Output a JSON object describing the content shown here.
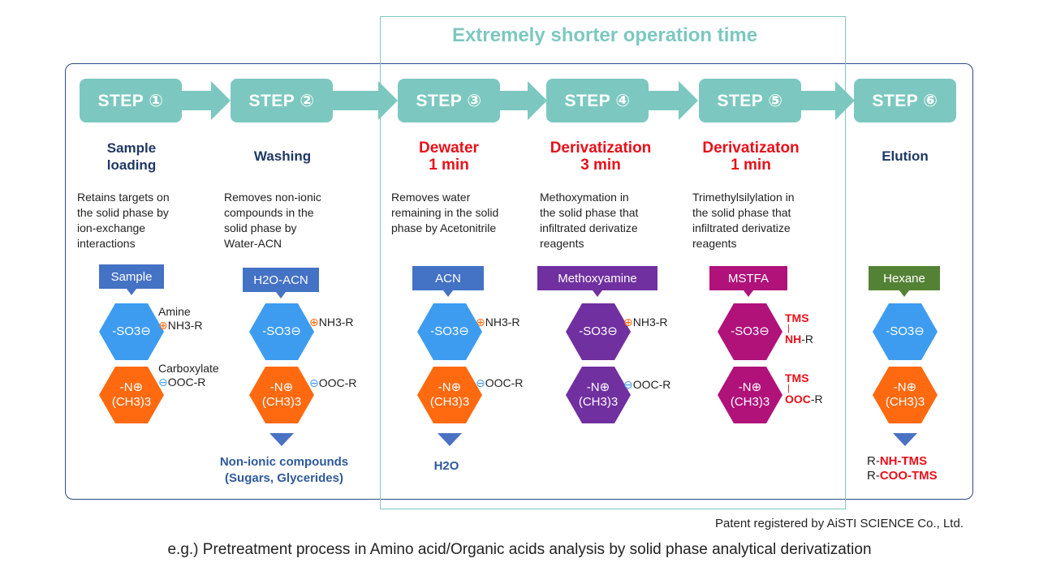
{
  "highlight_title": "Extremely shorter operation time",
  "colors": {
    "teal": "#7cc8c0",
    "navy_frame": "#2e4a8a",
    "red": "#e8101a",
    "blue_hex": "#3d9cf0",
    "orange_hex": "#ff6a10",
    "purple": "#7030a0",
    "magenta": "#b0127a",
    "green": "#548235",
    "reagent_blue": "#4472c4"
  },
  "steps": [
    {
      "label": "STEP ①",
      "title_line1": "Sample",
      "title_line2": "loading",
      "desc": [
        "Retains targets on",
        "the solid phase by",
        "ion-exchange",
        "interactions"
      ],
      "reagent": "Sample",
      "hex_top": "-SO3⊖",
      "hex_bottom_1": "-N⊕",
      "hex_bottom_2": "(CH3)3",
      "top_note": "Amine",
      "top_chem": "NH3-R",
      "top_charge": "⊕",
      "bottom_note": "Carboxylate",
      "bottom_chem": "OOC-R",
      "bottom_charge": "⊖"
    },
    {
      "label": "STEP ②",
      "title_line1": "Washing",
      "desc": [
        "Removes non-ionic",
        "compounds in the",
        "solid phase by",
        "Water-ACN"
      ],
      "reagent": "H2O-ACN",
      "hex_top": "-SO3⊖",
      "hex_bottom_1": "-N⊕",
      "hex_bottom_2": "(CH3)3",
      "top_chem": "NH3-R",
      "top_charge": "⊕",
      "bottom_chem": "OOC-R",
      "bottom_charge": "⊖",
      "waste_line1": "Non-ionic compounds",
      "waste_line2": "(Sugars, Glycerides)"
    },
    {
      "label": "STEP ③",
      "title_line1": "Dewater",
      "title_line2": "1 min",
      "desc": [
        "Removes water",
        "remaining in the solid",
        "phase by Acetonitrile"
      ],
      "reagent": "ACN",
      "hex_top": "-SO3⊖",
      "hex_bottom_1": "-N⊕",
      "hex_bottom_2": "(CH3)3",
      "top_chem": "NH3-R",
      "top_charge": "⊕",
      "bottom_chem": "OOC-R",
      "bottom_charge": "⊖",
      "waste_line1": "H2O"
    },
    {
      "label": "STEP ④",
      "title_line1": "Derivatization",
      "title_line2": "3 min",
      "desc": [
        "Methoxymation in",
        "the solid phase that",
        "infiltrated derivatize",
        "reagents"
      ],
      "reagent": "Methoxyamine",
      "hex_top": "-SO3⊖",
      "hex_bottom_1": "-N⊕",
      "hex_bottom_2": "(CH3)3",
      "top_chem": "NH3-R",
      "top_charge": "⊕",
      "bottom_chem": "OOC-R",
      "bottom_charge": "⊖"
    },
    {
      "label": "STEP ⑤",
      "title_line1": "Derivatizaton",
      "title_line2": "1 min",
      "desc": [
        "Trimethylsilylation in",
        "the solid phase that",
        "infiltrated derivatize",
        "reagents"
      ],
      "reagent": "MSTFA",
      "hex_top": "-SO3⊖",
      "hex_bottom_1": "-N⊕",
      "hex_bottom_2": "(CH3)3",
      "tms": "TMS",
      "top_red": "NH",
      "top_rest": "-R",
      "bottom_red": "OOC",
      "bottom_rest": "-R"
    },
    {
      "label": "STEP ⑥",
      "title_line1": "Elution",
      "reagent": "Hexane",
      "hex_top": "-SO3⊖",
      "hex_bottom_1": "-N⊕",
      "hex_bottom_2": "(CH3)3",
      "out_prefix": "R-",
      "out_1": "NH-TMS",
      "out_2": "COO-TMS"
    }
  ],
  "patent": "Patent registered by AiSTI SCIENCE Co., Ltd.",
  "caption": "e.g.) Pretreatment process in Amino acid/Organic acids analysis by solid phase analytical derivatization"
}
